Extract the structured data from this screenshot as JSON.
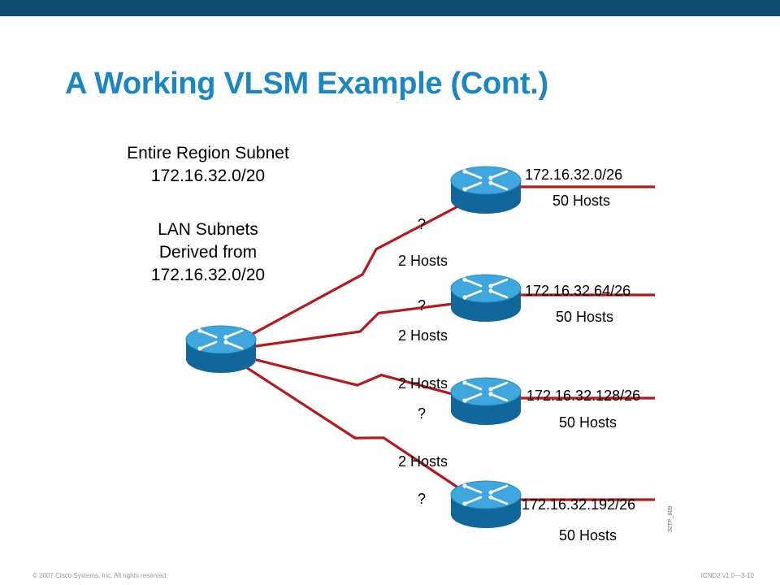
{
  "slide": {
    "title": "A Working VLSM Example (Cont.)",
    "colors": {
      "header_bar": "#0f4e72",
      "title": "#1a86c2",
      "link": "#b5191d",
      "router_body": "#1f8bc7",
      "router_top": "#3fa7dd",
      "router_side": "#11679c"
    }
  },
  "info": {
    "region_line1": "Entire Region Subnet",
    "region_line2": "172.16.32.0/20",
    "lan_line1": "LAN Subnets",
    "lan_line2": "Derived from",
    "lan_line3": "172.16.32.0/20"
  },
  "links": [
    {
      "wan_hosts": "2 Hosts",
      "wan_subnet": "?",
      "lan_subnet": "172.16.32.0/26",
      "lan_hosts": "50 Hosts"
    },
    {
      "wan_hosts": "2 Hosts",
      "wan_subnet": "?",
      "lan_subnet": "172.16.32.64/26",
      "lan_hosts": "50 Hosts"
    },
    {
      "wan_hosts": "2 Hosts",
      "wan_subnet": "?",
      "lan_subnet": "172.16.32.128/26",
      "lan_hosts": "50 Hosts"
    },
    {
      "wan_hosts": "2 Hosts",
      "wan_subnet": "?",
      "lan_subnet": "172.16.32.192/26",
      "lan_hosts": "50 Hosts"
    }
  ],
  "footer": {
    "copyright": "© 2007 Cisco Systems, Inc. All rights reserved.",
    "course": "ICND2 v1.0—3-10",
    "figure_code": "32TP_609"
  }
}
